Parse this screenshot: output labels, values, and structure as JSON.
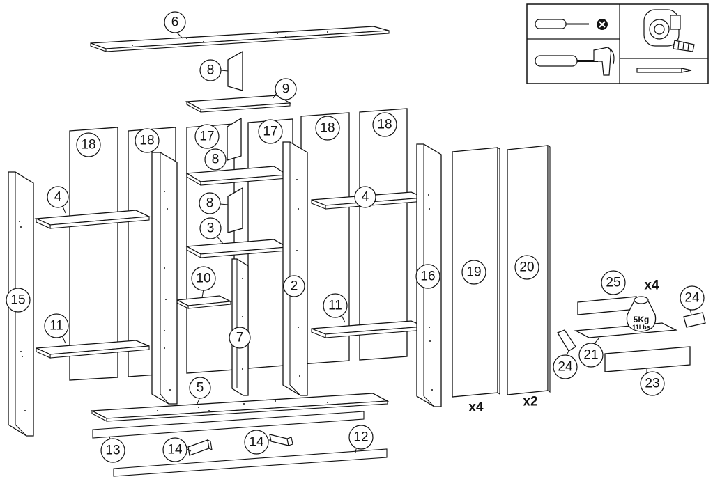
{
  "callouts": {
    "c6": "6",
    "c8a": "8",
    "c9": "9",
    "c8b": "8",
    "c8c": "8",
    "c18a": "18",
    "c18b": "18",
    "c17a": "17",
    "c17b": "17",
    "c18c": "18",
    "c18d": "18",
    "c4a": "4",
    "c4b": "4",
    "c3": "3",
    "c15": "15",
    "c11a": "11",
    "c11b": "11",
    "c10": "10",
    "c2": "2",
    "c7": "7",
    "c16": "16",
    "c19": "19",
    "c20": "20",
    "c5": "5",
    "c13": "13",
    "c14a": "14",
    "c14b": "14",
    "c12": "12",
    "c25": "25",
    "c24a": "24",
    "c24b": "24",
    "c21": "21",
    "c23": "23"
  },
  "quantities": {
    "q19": "x4",
    "q20": "x2",
    "q25": "x4"
  },
  "weight_limit": {
    "kg": "5Kg",
    "lbs": "11Lbs"
  },
  "tools": [
    "screwdriver-icon",
    "no-power-drill-icon",
    "tape-measure-icon",
    "hammer-icon",
    "pencil-icon"
  ]
}
